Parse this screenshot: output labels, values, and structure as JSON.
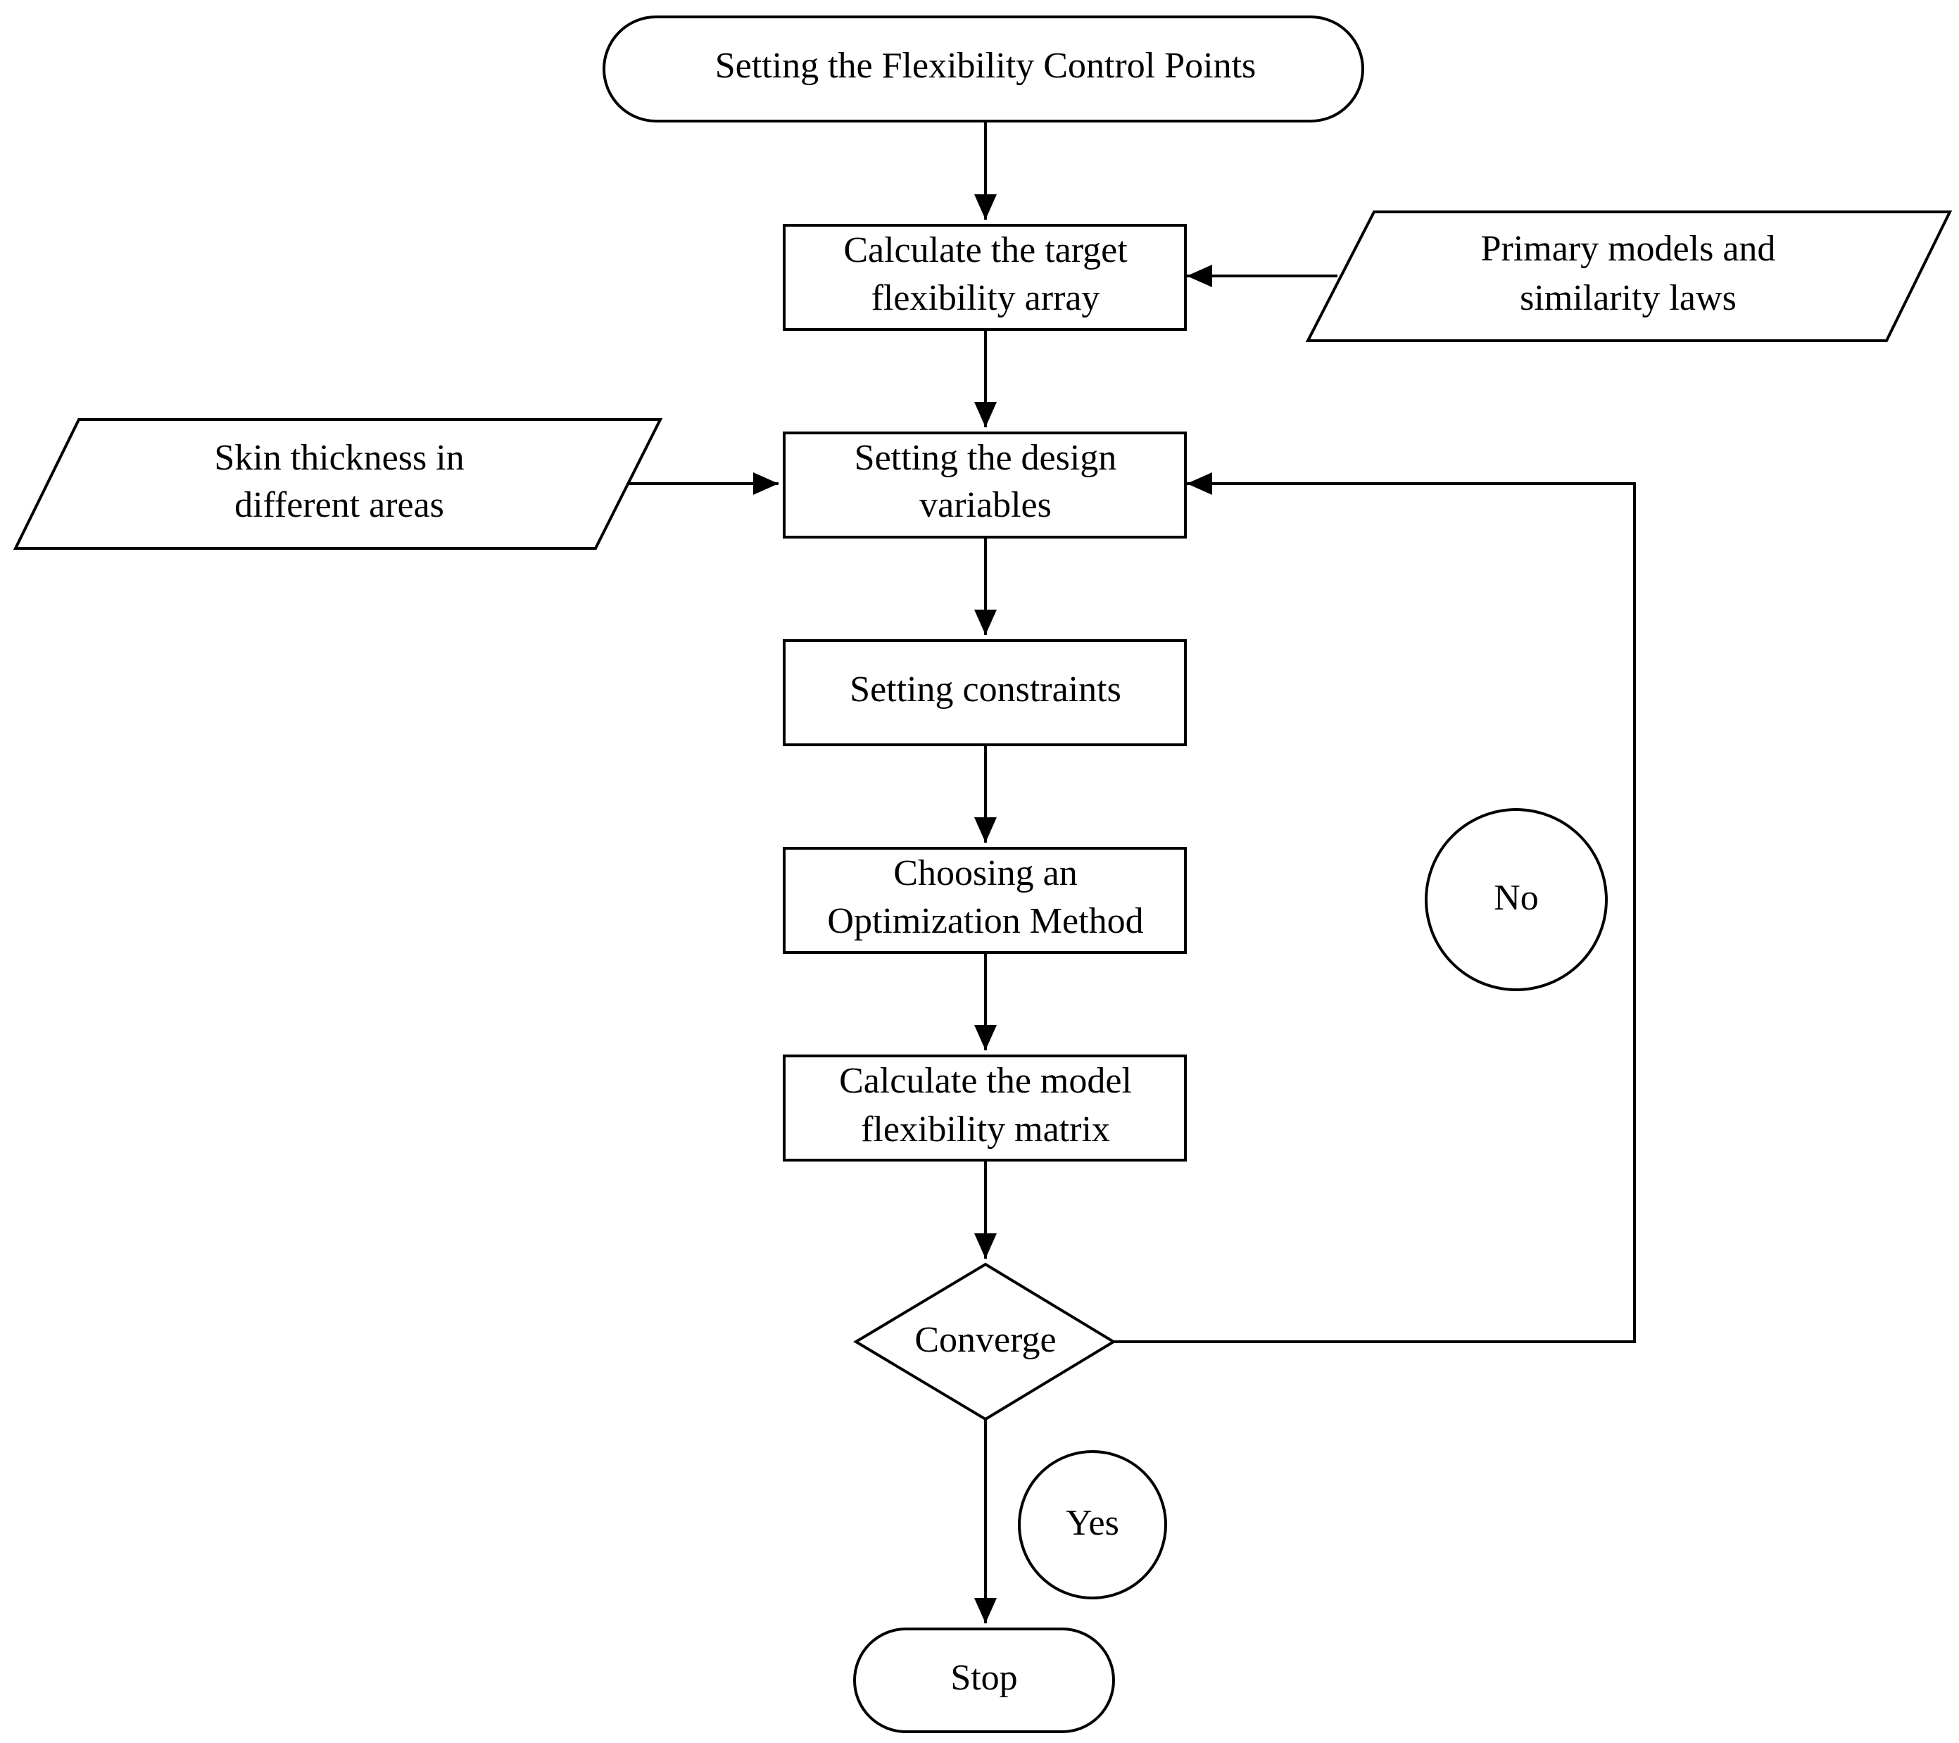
{
  "nodes": {
    "start": {
      "label": "Setting the Flexibility Control Points"
    },
    "target_array": {
      "line1": "Calculate the target",
      "line2": "flexibility array"
    },
    "primary_models": {
      "line1": "Primary models and",
      "line2": "similarity laws"
    },
    "skin_thickness": {
      "line1": "Skin thickness in",
      "line2": "different areas"
    },
    "design_variables": {
      "line1": "Setting the design",
      "line2": "variables"
    },
    "constraints": {
      "label": "Setting constraints"
    },
    "optimization": {
      "line1": "Choosing an",
      "line2": "Optimization Method"
    },
    "model_matrix": {
      "line1": "Calculate the model",
      "line2": "flexibility matrix"
    },
    "converge": {
      "label": "Converge"
    },
    "no": {
      "label": "No"
    },
    "yes": {
      "label": "Yes"
    },
    "stop": {
      "label": "Stop"
    }
  },
  "colors": {
    "stroke": "#000000",
    "fill": "#ffffff",
    "text": "#000000"
  }
}
